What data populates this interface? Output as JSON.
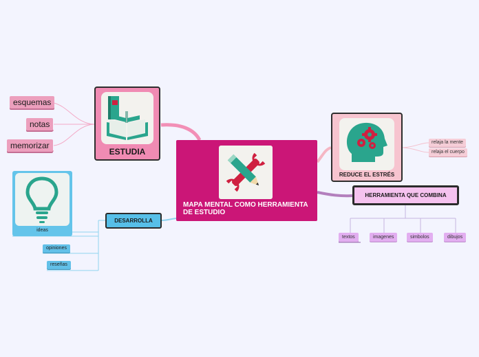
{
  "central": {
    "title": "MAPA MENTAL COMO HERRAMIENTA DE ESTUDIO",
    "icon": "wrench-pencil-icon",
    "color": "#cb1677"
  },
  "estudia": {
    "title": "ESTUDIA",
    "icon": "book-icon",
    "color": "#f08bb3",
    "children": [
      "esquemas",
      "notas",
      "memorizar"
    ]
  },
  "reduce": {
    "title": "REDUCE EL ESTRÉS",
    "icon": "head-gears-icon",
    "color": "#f7c4cf",
    "children": [
      "relaja la mente",
      "relaja el cuerpo"
    ]
  },
  "herramienta": {
    "title": "HERRAMIENTA QUE COMBINA",
    "color": "#f5c2ef",
    "children": [
      "textos",
      "imagenes",
      "simbolos",
      "dibujos"
    ]
  },
  "desarrolla": {
    "title": "DESARROLLA",
    "color": "#57bfe8",
    "children": [
      "ideas",
      "opiniones",
      "reseñas"
    ],
    "ideas_icon": "lightbulb-icon"
  }
}
